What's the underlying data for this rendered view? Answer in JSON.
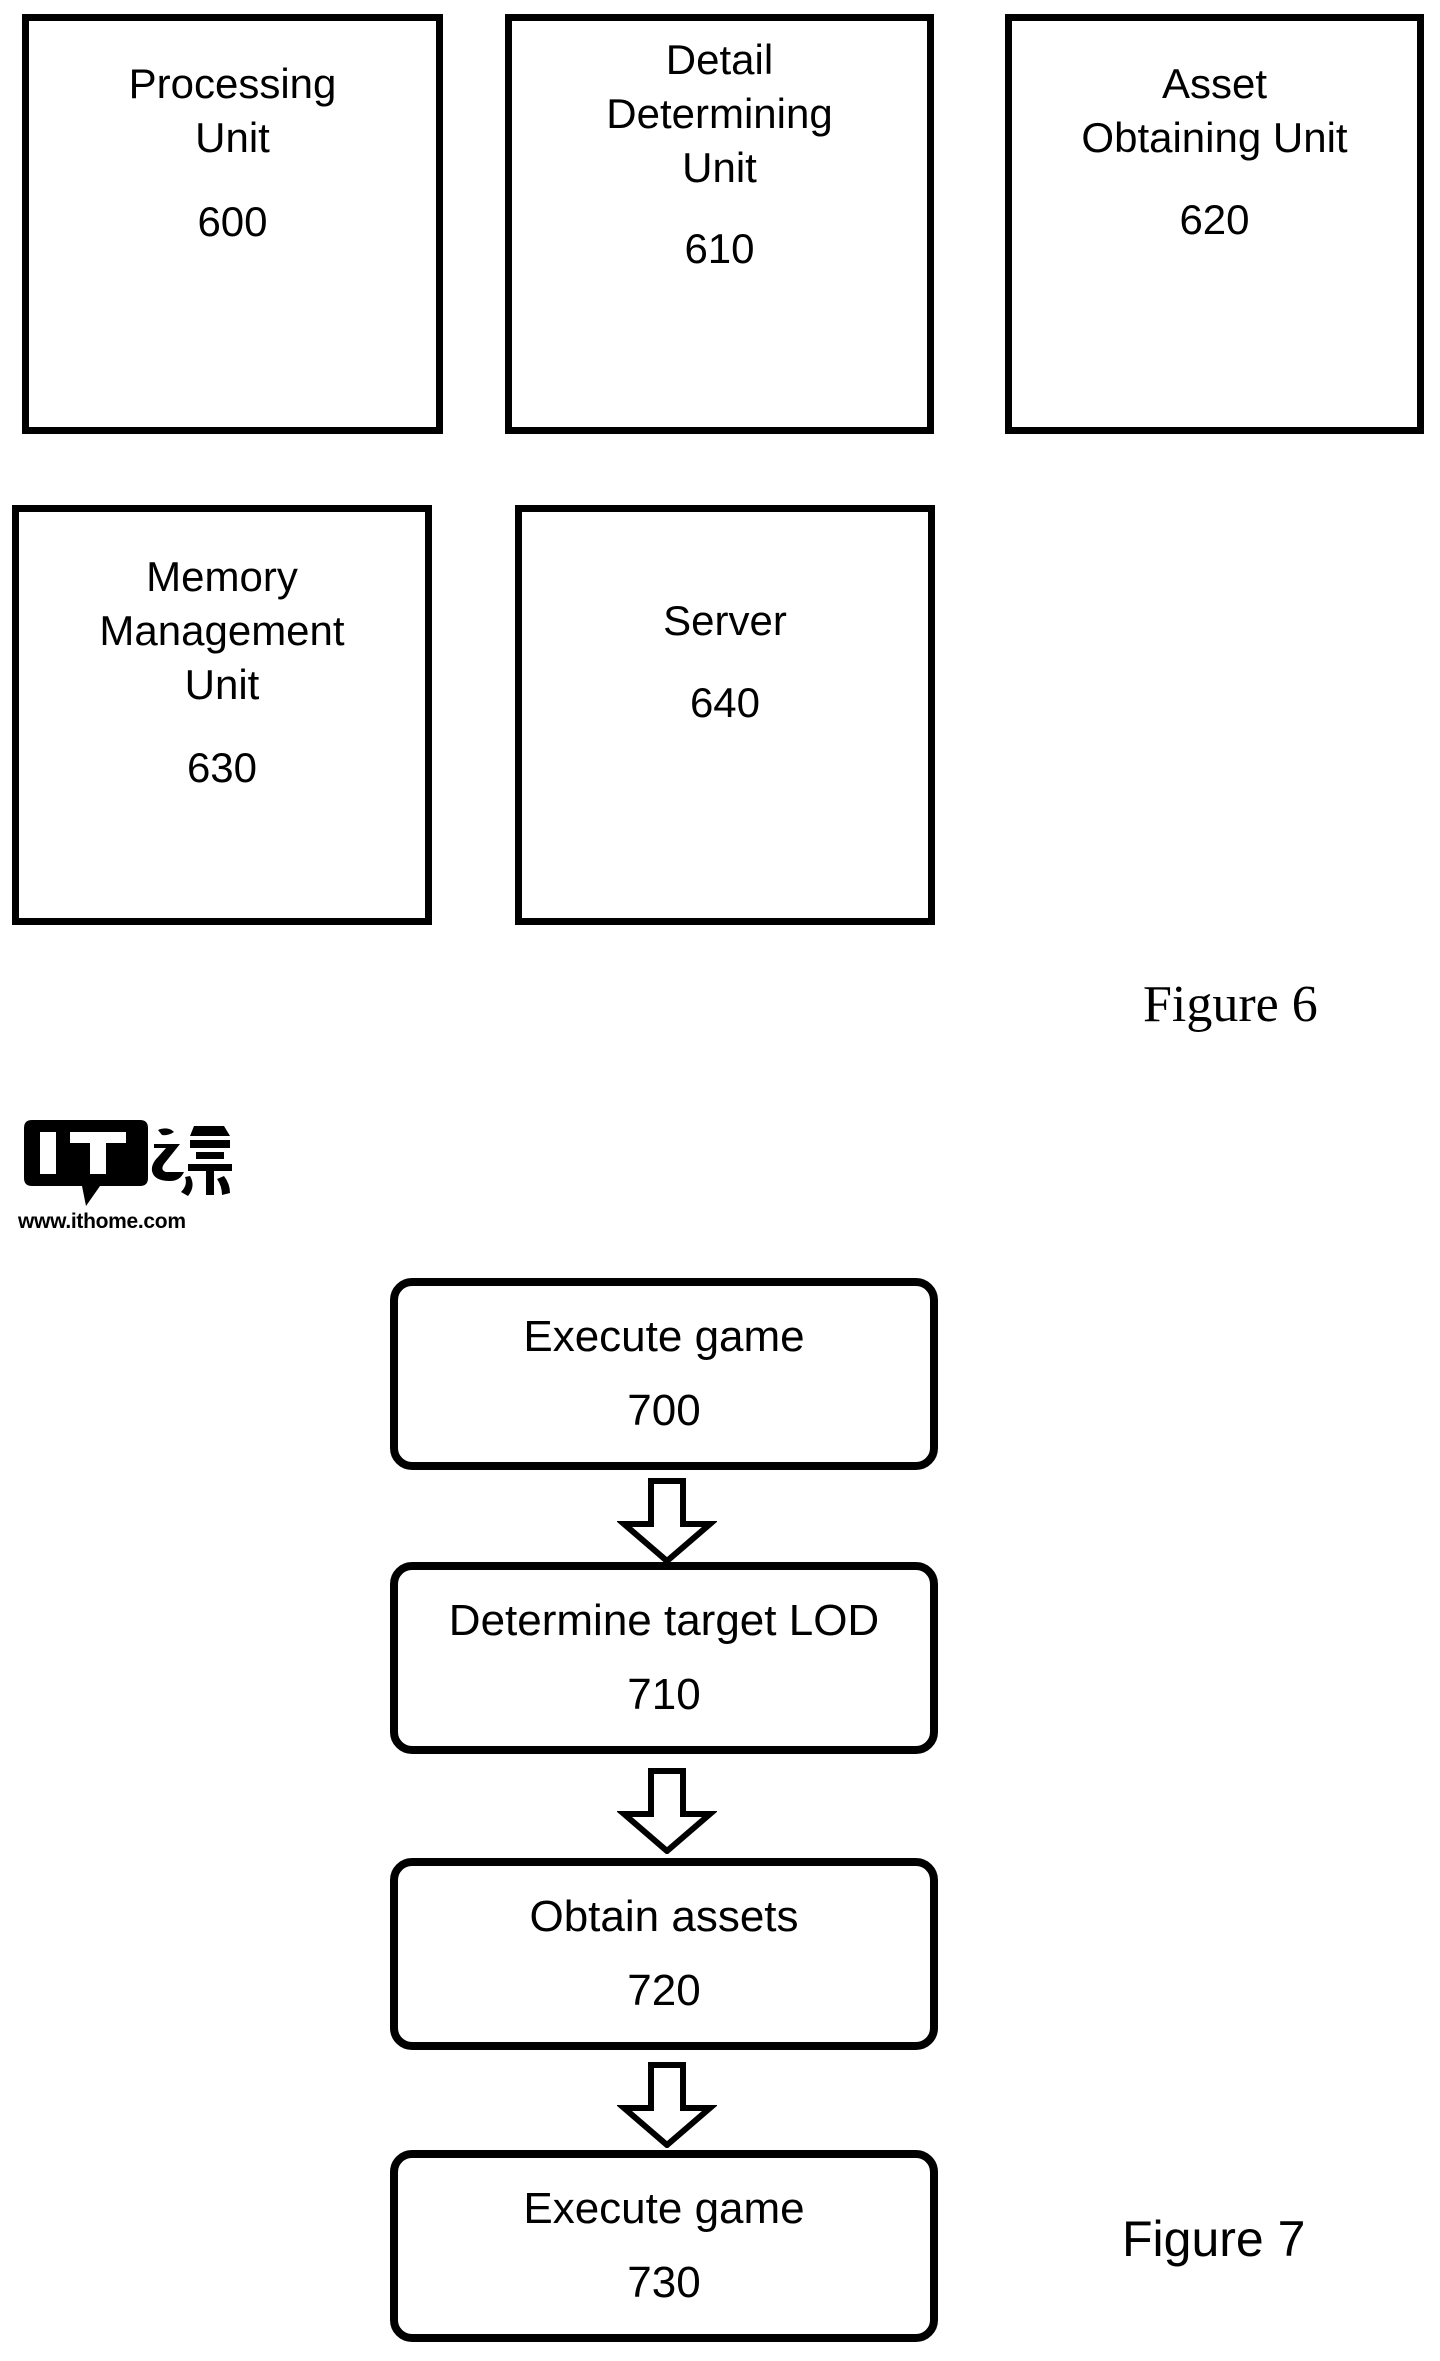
{
  "figure6": {
    "caption": "Figure 6",
    "units": [
      {
        "id": "unit-600",
        "title": "Processing\nUnit",
        "number": "600"
      },
      {
        "id": "unit-610",
        "title": "Detail\nDetermining\nUnit",
        "number": "610"
      },
      {
        "id": "unit-620",
        "title": "Asset\nObtaining Unit",
        "number": "620"
      },
      {
        "id": "unit-630",
        "title": "Memory\nManagement\nUnit",
        "number": "630"
      },
      {
        "id": "unit-640",
        "title": "Server",
        "number": "640"
      }
    ]
  },
  "figure7": {
    "caption": "Figure 7",
    "steps": [
      {
        "id": "flow-700",
        "label": "Execute game",
        "number": "700"
      },
      {
        "id": "flow-710",
        "label": "Determine target LOD",
        "number": "710"
      },
      {
        "id": "flow-720",
        "label": "Obtain assets",
        "number": "720"
      },
      {
        "id": "flow-730",
        "label": "Execute game",
        "number": "730"
      }
    ],
    "arrows": [
      {
        "id": "flow-arrow-1",
        "direction": "down"
      },
      {
        "id": "flow-arrow-2",
        "direction": "down"
      },
      {
        "id": "flow-arrow-3",
        "direction": "down"
      }
    ]
  },
  "watermark": {
    "logo_text": "IT",
    "logo_cjk": "之家",
    "url": "www.ithome.com"
  },
  "colors": {
    "ink": "#000000",
    "paper": "#ffffff"
  }
}
